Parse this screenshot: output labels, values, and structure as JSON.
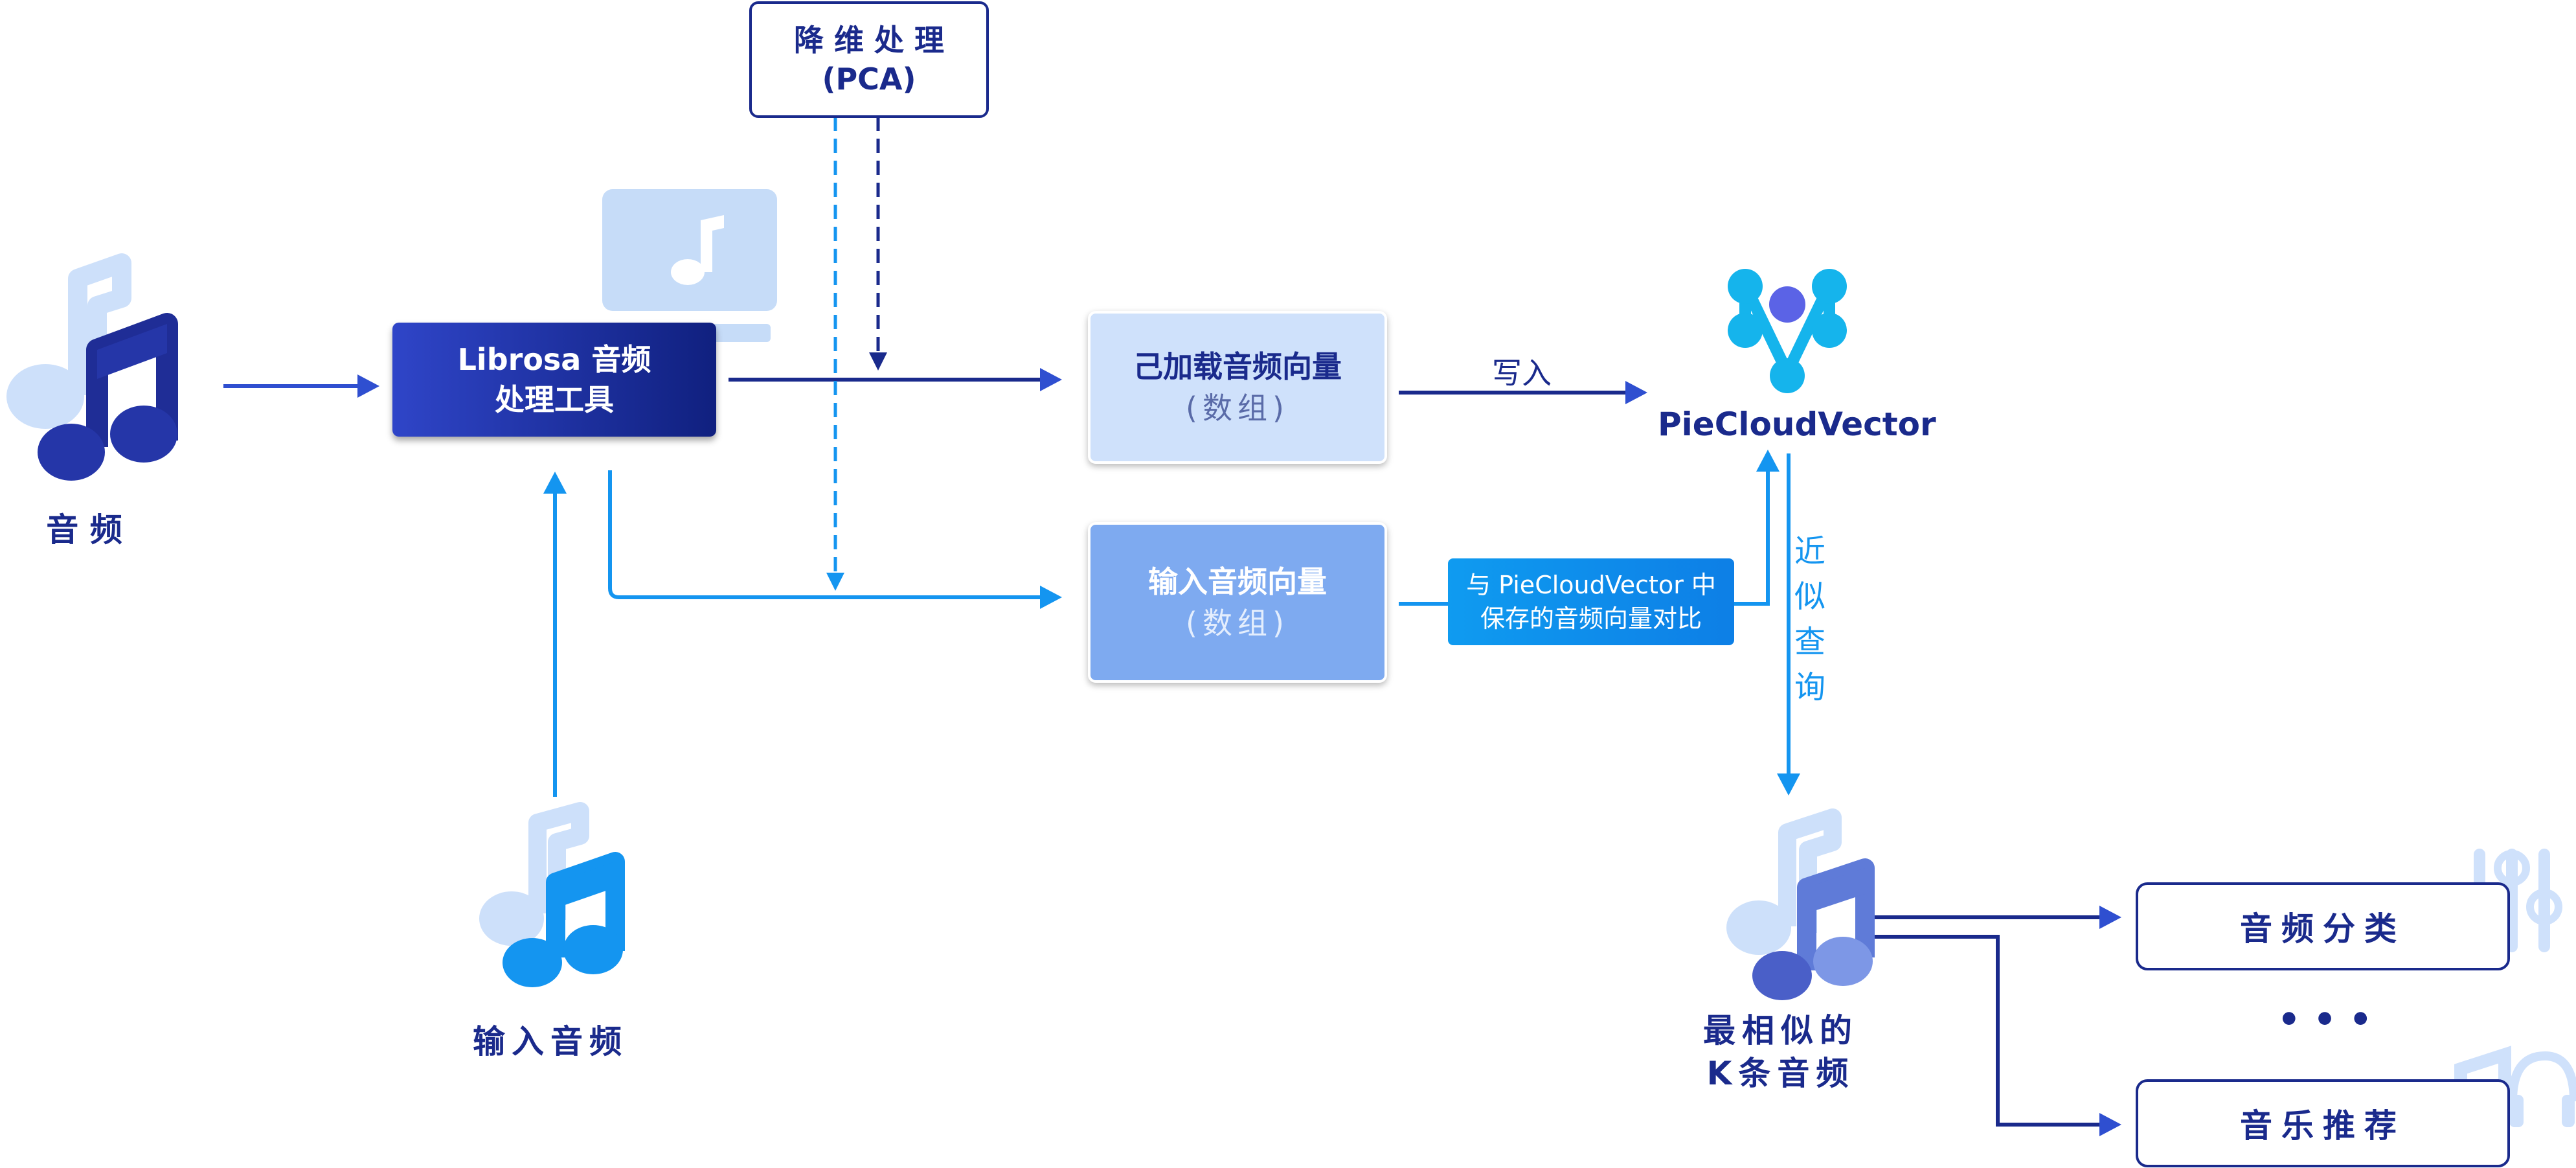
{
  "nodes": {
    "audio_label": "音 频",
    "tool_line1": "Librosa 音频",
    "tool_line2": "处理工具",
    "pca_line1": "降 维 处 理",
    "pca_line2": "(PCA)",
    "loaded_line1": "己加载音频向量",
    "loaded_line2": "(数组)",
    "input_vec_line1": "输入音频向量",
    "input_vec_line2": "(数组)",
    "db_name": "PieCloudVector",
    "input_audio_label": "输入音频",
    "topk_line1": "最相似的",
    "topk_line2": "K条音频",
    "classify": "音频分类",
    "recommend": "音乐推荐",
    "ellipsis": "• • •"
  },
  "edges": {
    "write": "写入",
    "compare_line1": "与 PieCloudVector 中",
    "compare_line2": "保存的音频向量对比",
    "approx_query": [
      "近",
      "似",
      "查",
      "询"
    ]
  },
  "icons": [
    "music-note-icon",
    "computer-music-icon",
    "piecloudvector-logo-icon",
    "equalizer-icon",
    "headphone-music-icon"
  ],
  "colors": {
    "navy": "#1a2a8c",
    "royal_blue": "#2f4fd0",
    "sky_blue": "#1495f0",
    "light_blue": "#cfe1fb",
    "mid_blue": "#7eaaf0",
    "pale_icon": "#c6dcf8"
  }
}
